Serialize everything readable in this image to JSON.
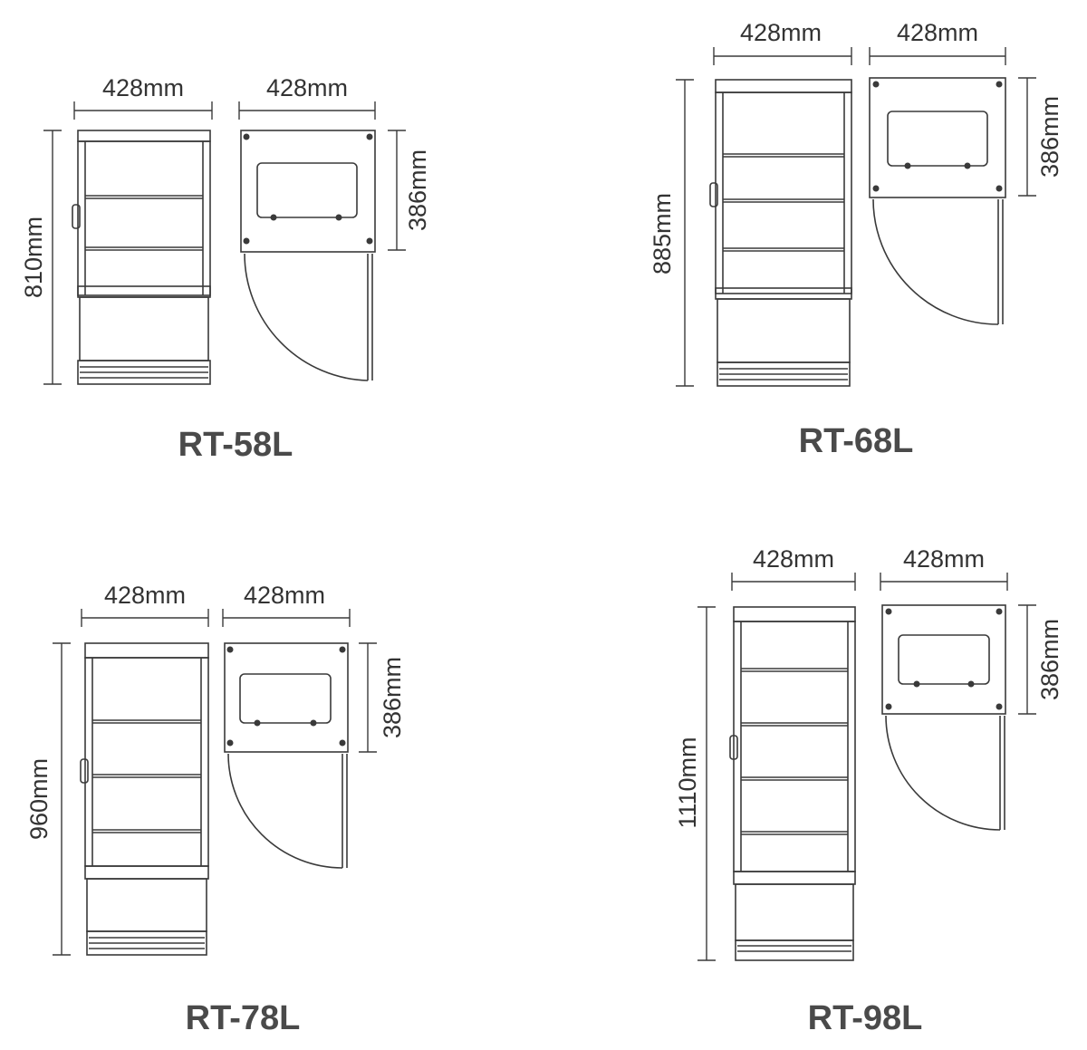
{
  "colors": {
    "line": "#3a3a3a",
    "text": "#333333",
    "model_text": "#4a4a4a",
    "background": "#ffffff"
  },
  "units": [
    {
      "model": "RT-58L",
      "front_width": "428mm",
      "top_width": "428mm",
      "height": "810mm",
      "depth": "386mm",
      "shelves": 2
    },
    {
      "model": "RT-68L",
      "front_width": "428mm",
      "top_width": "428mm",
      "height": "885mm",
      "depth": "386mm",
      "shelves": 3
    },
    {
      "model": "RT-78L",
      "front_width": "428mm",
      "top_width": "428mm",
      "height": "960mm",
      "depth": "386mm",
      "shelves": 3
    },
    {
      "model": "RT-98L",
      "front_width": "428mm",
      "top_width": "428mm",
      "height": "1110mm",
      "depth": "386mm",
      "shelves": 4
    }
  ]
}
